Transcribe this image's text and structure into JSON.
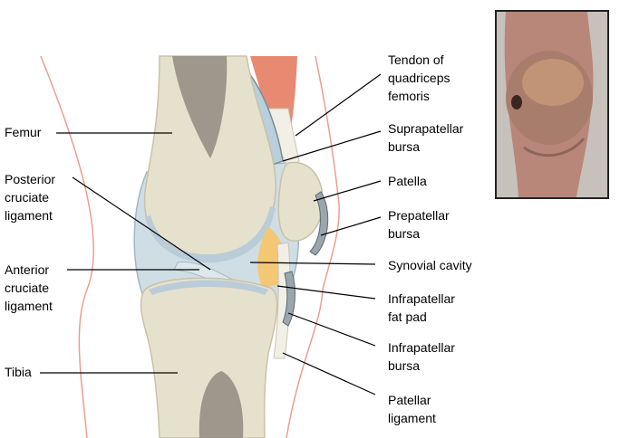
{
  "labels": {
    "femur": "Femur",
    "posterior_cruciate": "Posterior\ncruciate\nligament",
    "anterior_cruciate": "Anterior\ncruciate\nligament",
    "tibia": "Tibia",
    "tendon_quadriceps": "Tendon of\nquadriceps\nfemoris",
    "suprapatellar_bursa": "Suprapatellar\nbursa",
    "patella": "Patella",
    "prepatellar_bursa": "Prepatellar\nbursa",
    "synovial_cavity": "Synovial cavity",
    "infrapatellar_fat_pad": "Infrapatellar\nfat pad",
    "infrapatellar_bursa": "Infrapatellar\nbursa",
    "patellar_ligament": "Patellar\nligament"
  },
  "colors": {
    "bone": "#e6e1cc",
    "marrow": "#8f8a80",
    "cartilage": "#c3d3dc",
    "capsule": "#b7cbd6",
    "fat_pad": "#f3c774",
    "muscle": "#e88a72",
    "skin_outline": "#e9a08f",
    "leader_line": "#000000"
  },
  "icons": {
    "photo": "swollen-knee-photo"
  }
}
